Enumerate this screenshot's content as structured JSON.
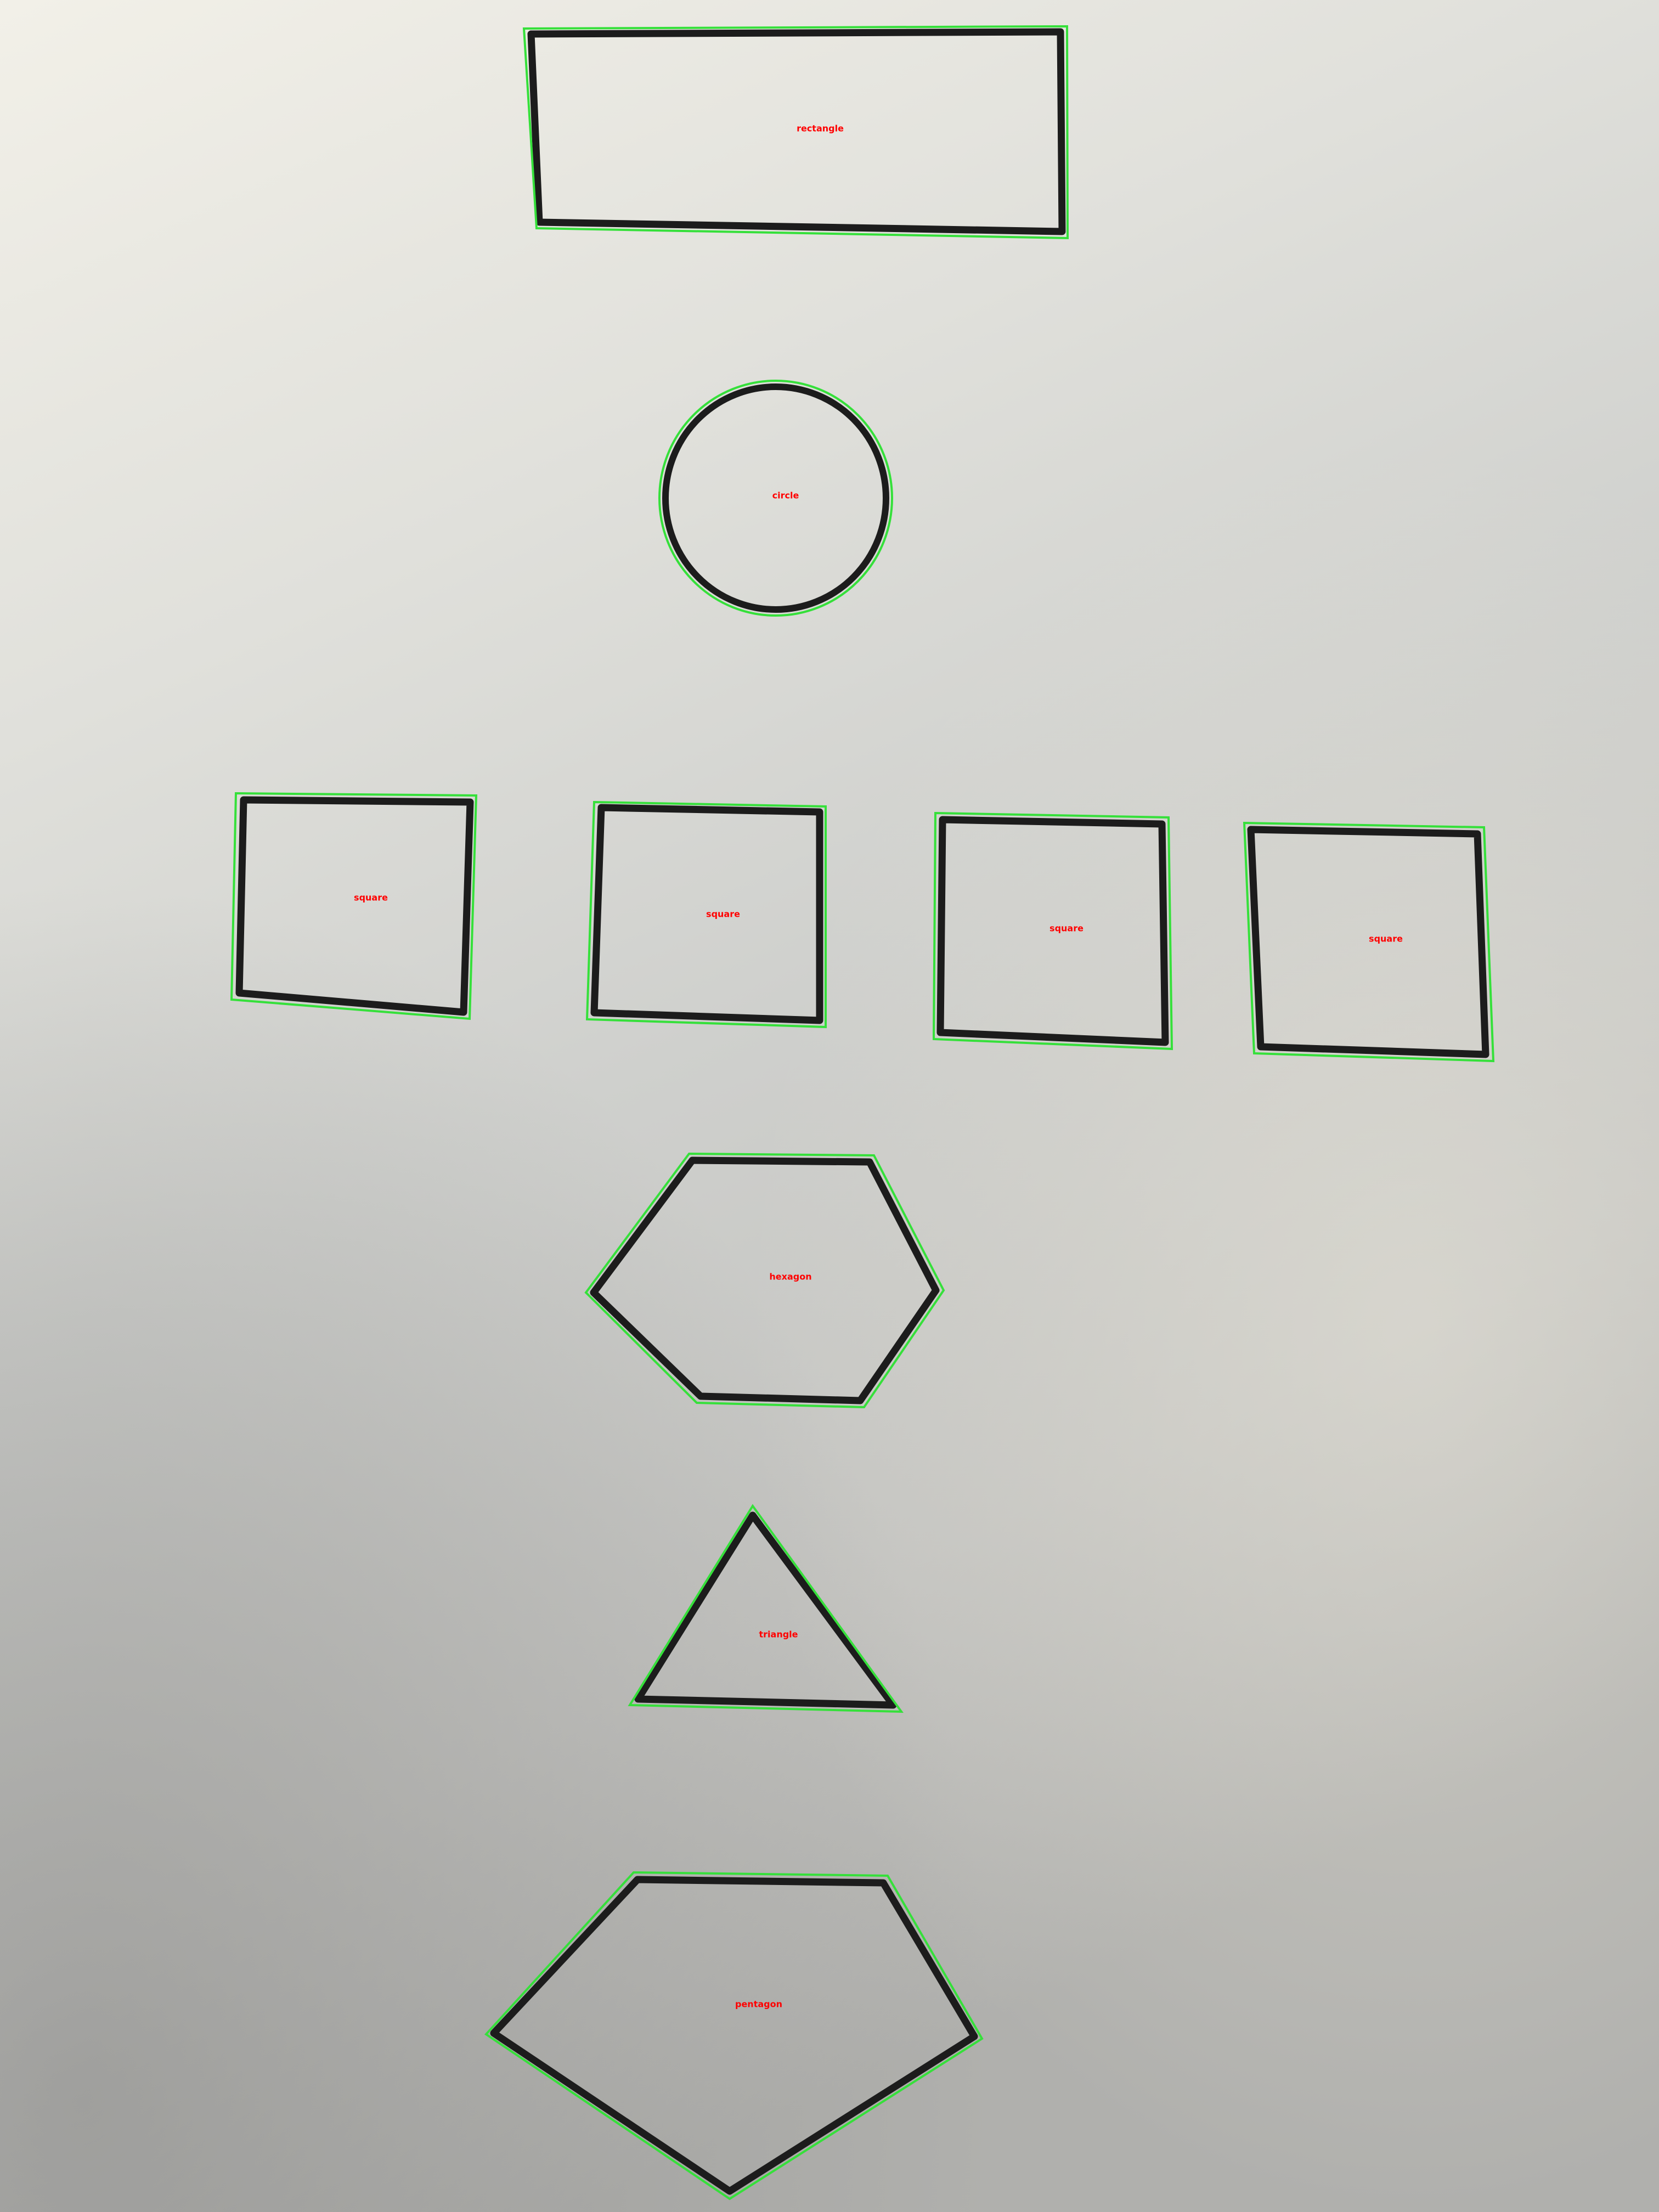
{
  "colors": {
    "ink": "#1c1c1c",
    "contour": "#35e03a",
    "label": "#ff0000",
    "paper_light": "#f1efe6",
    "paper_mid": "#d5d5d2",
    "paper_dark": "#a9a9a7"
  },
  "shapes": {
    "rectangle": {
      "label": "rectangle"
    },
    "circle": {
      "label": "circle"
    },
    "square_1": {
      "label": "square"
    },
    "square_2": {
      "label": "square"
    },
    "square_3": {
      "label": "square"
    },
    "square_4": {
      "label": "square"
    },
    "hexagon": {
      "label": "hexagon"
    },
    "triangle": {
      "label": "triangle"
    },
    "pentagon": {
      "label": "pentagon"
    }
  }
}
